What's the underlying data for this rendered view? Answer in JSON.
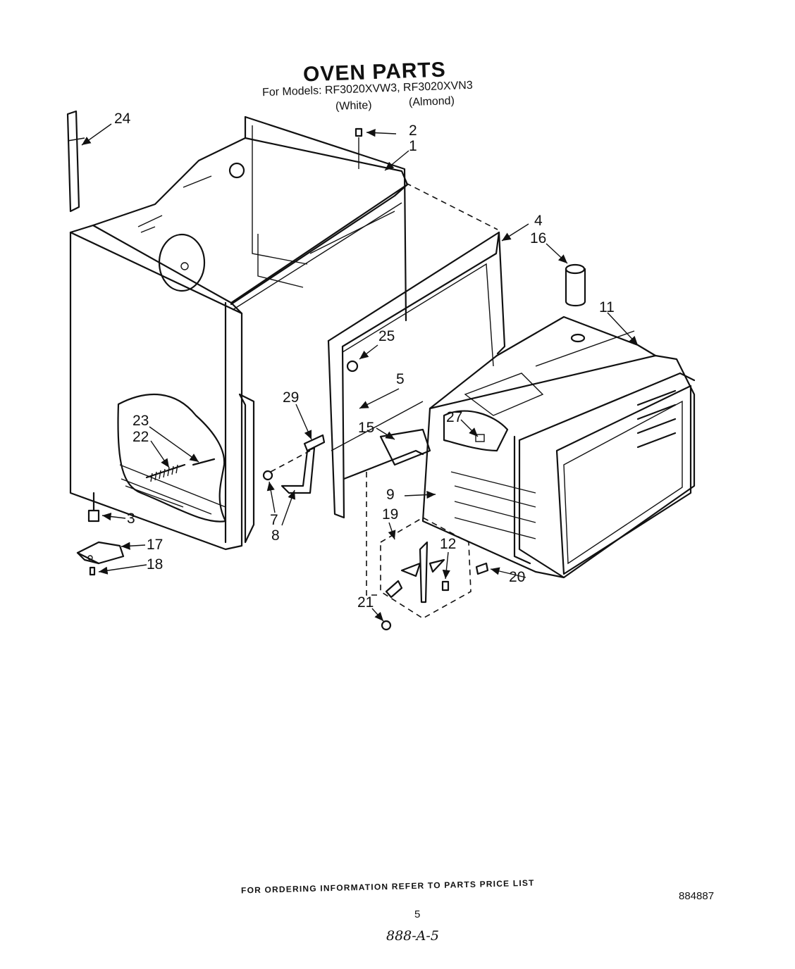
{
  "title": "OVEN PARTS",
  "models_line": "For Models: RF3020XVW3, RF3020XVN3",
  "variants": [
    "(White)",
    "(Almond)"
  ],
  "callouts": [
    "24",
    "2",
    "1",
    "4",
    "16",
    "11",
    "25",
    "5",
    "29",
    "15",
    "27",
    "23",
    "22",
    "9",
    "19",
    "12",
    "3",
    "7",
    "8",
    "17",
    "18",
    "20",
    "21"
  ],
  "footer": {
    "ordering_note": "FOR ORDERING INFORMATION REFER TO PARTS PRICE LIST",
    "doc_number": "884887",
    "page_number": "5",
    "handwritten_note": "888-A-5"
  }
}
